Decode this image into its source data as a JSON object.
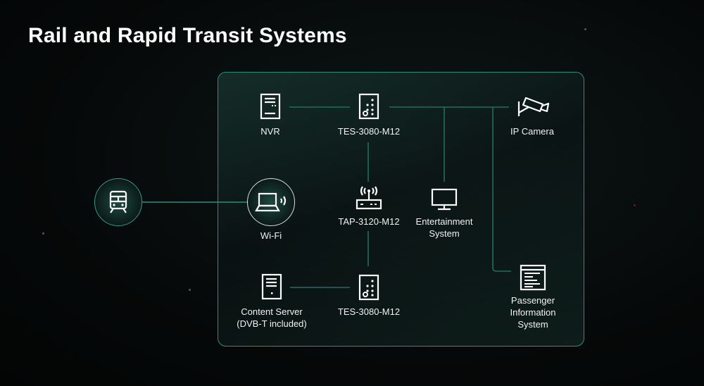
{
  "title": "Rail and Rapid Transit Systems",
  "nodes": {
    "nvr": "NVR",
    "tes_top": "TES-3080-M12",
    "ip_camera": "IP Camera",
    "wifi": "Wi-Fi",
    "tap": "TAP-3120-M12",
    "entertainment": [
      "Entertainment",
      "System"
    ],
    "content_server": [
      "Content Server",
      "(DVB-T included)"
    ],
    "tes_bottom": "TES-3080-M12",
    "pis": [
      "Passenger",
      "Information",
      "System"
    ]
  },
  "colors": {
    "accent": "#2e8e78",
    "line": "#1f6e5e"
  }
}
